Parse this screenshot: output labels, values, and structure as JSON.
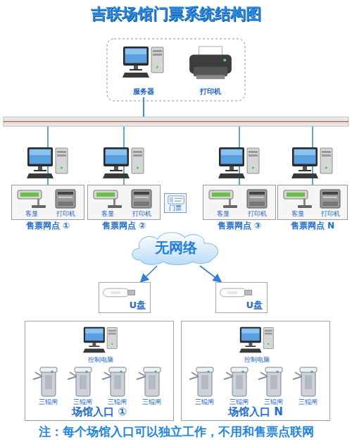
{
  "diagram": {
    "title": "吉联场馆门票系统结构图",
    "nodes": [
      {
        "text": [
          "服务器"
        ]
      },
      {
        "text": [
          "打印机"
        ]
      },
      {
        "text": [
          "售票网点 ①"
        ]
      },
      {
        "text": [
          "客显"
        ],
        "in": 2
      },
      {
        "text": [
          "打印机"
        ],
        "in": 2
      },
      {
        "text": [
          "售票网点 ②"
        ]
      },
      {
        "text": [
          "客显"
        ],
        "in": 5
      },
      {
        "text": [
          "打印机"
        ],
        "in": 5
      },
      {
        "text": [
          "门票"
        ]
      },
      {
        "text": [
          "售票网点 ③"
        ]
      },
      {
        "text": [
          "客显"
        ],
        "in": 9
      },
      {
        "text": [
          "打印机"
        ],
        "in": 9
      },
      {
        "text": [
          "售票网点 N"
        ]
      },
      {
        "text": [
          "客显"
        ],
        "in": 12
      },
      {
        "text": [
          "打印机"
        ],
        "in": 12
      },
      {
        "text": [
          "无网络"
        ]
      },
      {
        "text": [
          "U盘"
        ]
      },
      {
        "text": [
          "U盘"
        ]
      },
      {
        "text": [
          "场馆入口 ①"
        ]
      },
      {
        "text": [
          "控制电脑"
        ],
        "in": 18
      },
      {
        "text": [
          "三辊闸"
        ],
        "in": 18
      },
      {
        "text": [
          "三辊闸"
        ],
        "in": 18
      },
      {
        "text": [
          "三辊闸"
        ],
        "in": 18
      },
      {
        "text": [
          "三辊闸"
        ],
        "in": 18
      },
      {
        "text": [
          "场馆入口 N"
        ]
      },
      {
        "text": [
          "控制电脑"
        ],
        "in": 24
      },
      {
        "text": [
          "三辊闸"
        ],
        "in": 24
      },
      {
        "text": [
          "三辊闸"
        ],
        "in": 24
      },
      {
        "text": [
          "三辊闸"
        ],
        "in": 24
      },
      {
        "text": [
          "三辊闸"
        ],
        "in": 24
      }
    ],
    "edges": [
      {
        "from": 0,
        "to": 2,
        "arrow": "none"
      },
      {
        "from": 0,
        "to": 5,
        "arrow": "none"
      },
      {
        "from": 0,
        "to": 9,
        "arrow": "none"
      },
      {
        "from": 0,
        "to": 12,
        "arrow": "none"
      },
      {
        "from": 15,
        "to": 16,
        "arrow": "to"
      },
      {
        "from": 15,
        "to": 17,
        "arrow": "to"
      }
    ],
    "labels": [
      "注：每个场馆入口可以独立工作，不用和售票点联网"
    ]
  }
}
